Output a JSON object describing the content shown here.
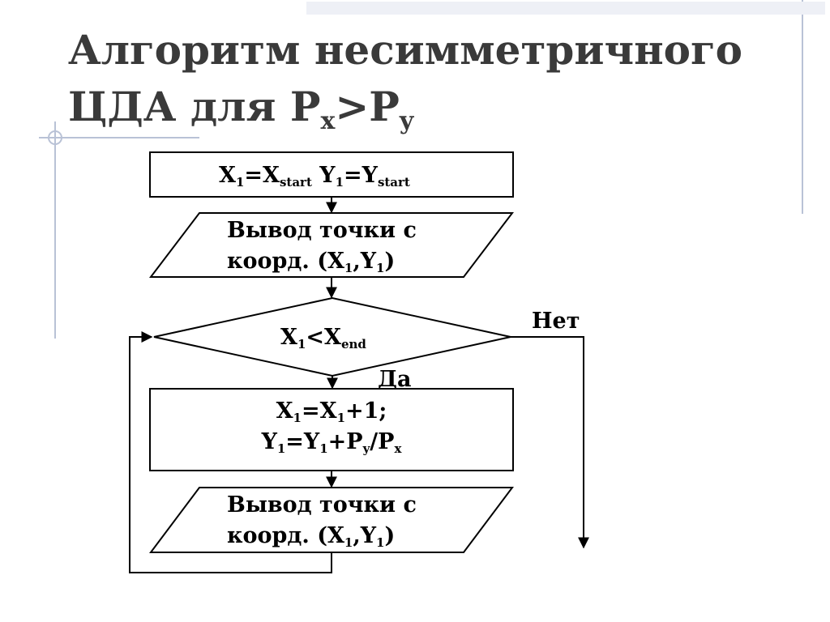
{
  "title": {
    "line1": "Алгоритм несимметричного",
    "line2_prefix": "ЦДА для P",
    "line2_sub1": "x",
    "line2_mid": ">P",
    "line2_sub2": "y"
  },
  "nodes": {
    "init": {
      "x_var": "X",
      "x_idx": "1",
      "x_eq": "=X",
      "x_start_sub": "start",
      "y_var": " Y",
      "y_idx": "1",
      "y_eq": "=Y",
      "y_start_sub": "start"
    },
    "output1": {
      "line1": "Вывод точки с",
      "line2_prefix": "коорд. (X",
      "idx1": "1",
      "sep": ",Y",
      "idx2": "1",
      "close": ")"
    },
    "decision": {
      "var": "X",
      "idx": "1",
      "op": "<X",
      "end_sub": "end"
    },
    "update": {
      "l1_var": "X",
      "l1_idx": "1",
      "l1_eq": "=X",
      "l1_idx2": "1",
      "l1_tail": "+1;",
      "l2_var": "Y",
      "l2_idx": "1",
      "l2_eq": "=Y",
      "l2_idx2": "1",
      "l2_mid": "+P",
      "l2_sub_y": "y",
      "l2_div": "/P",
      "l2_sub_x": "x"
    },
    "output2": {
      "line1": "Вывод точки с",
      "line2_prefix": "коорд. (X",
      "idx1": "1",
      "sep": ",Y",
      "idx2": "1",
      "close": ")"
    }
  },
  "branches": {
    "no": "Нет",
    "yes": "Да"
  },
  "colors": {
    "title": "#3a3a3a",
    "stroke": "#000000",
    "decor": "#b9c2d6"
  }
}
